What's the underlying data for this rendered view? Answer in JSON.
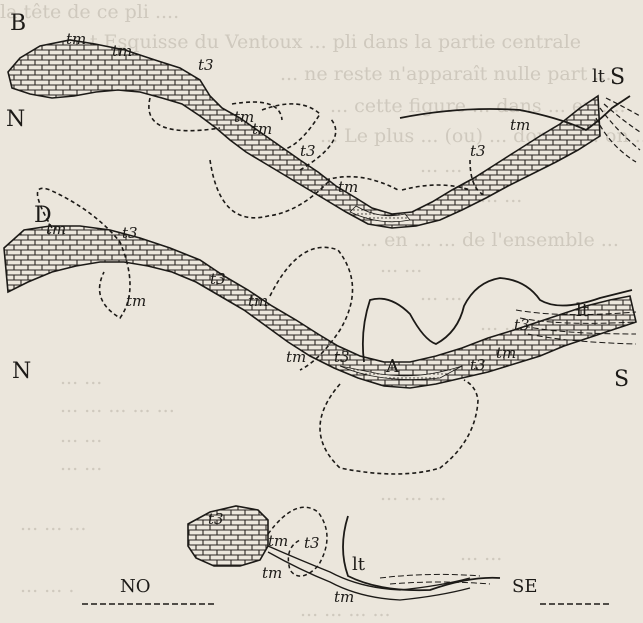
{
  "background_text": {
    "lines": [
      "la tête de ce pli ....",
      "t Esquisse du Ventoux ... pli dans la partie centrale",
      "... ne reste n'apparaît nulle part ...",
      "... cette figure ... dans ... en ....",
      "... Le plus ... (ou) ... dont il ... on ...",
      "... ...",
      "... ...",
      "... en ... ... de l'ensemble ...",
      "... ...",
      "... ...",
      "... ...",
      "... ...",
      "... ... ... ... ...",
      "... ...",
      "... ...",
      "... ... ...",
      "... ... ...",
      "... ...",
      "... ... .",
      "... ... ... ..."
    ]
  },
  "section_b": {
    "corner": "B",
    "left": "N",
    "right": "S",
    "labels": [
      "tm",
      "tm",
      "t3",
      "tm",
      "tm",
      "t3",
      "tm",
      "t3",
      "tm",
      "lt"
    ]
  },
  "section_d": {
    "corner": "D",
    "left": "N",
    "right": "S",
    "point": "A",
    "labels": [
      "tm",
      "t3",
      "tm",
      "t3",
      "tm",
      "tm",
      "t3",
      "t3",
      "tm",
      "t3",
      "lt"
    ]
  },
  "section_bottom": {
    "left": "NO",
    "right": "SE",
    "labels": [
      "t3",
      "tm",
      "t3",
      "tm",
      "lt",
      "tm"
    ]
  }
}
